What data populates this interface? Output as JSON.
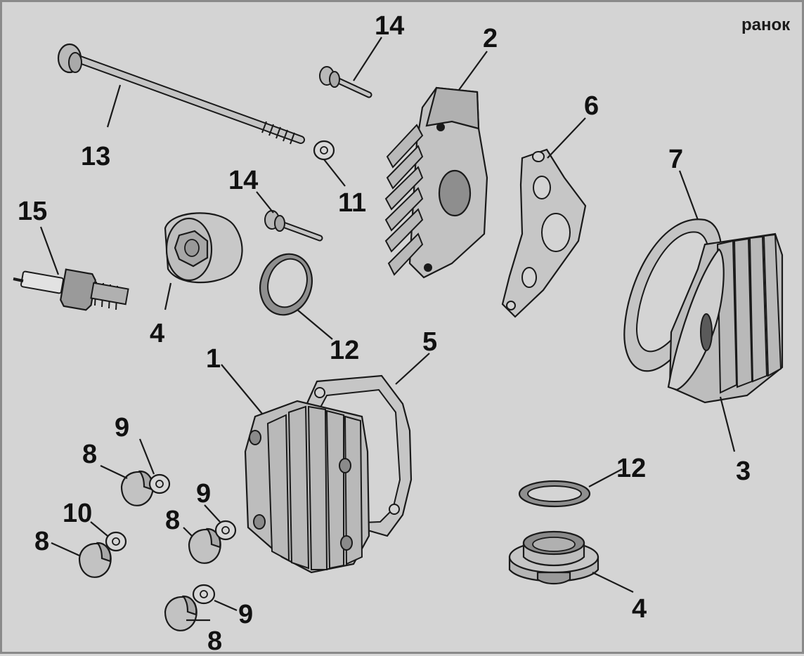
{
  "brand": {
    "logo_text": "ранок"
  },
  "callouts": [
    {
      "id": "c13",
      "text": "13"
    },
    {
      "id": "c14a",
      "text": "14"
    },
    {
      "id": "c2",
      "text": "2"
    },
    {
      "id": "c6",
      "text": "6"
    },
    {
      "id": "c7",
      "text": "7"
    },
    {
      "id": "c11",
      "text": "11"
    },
    {
      "id": "c14b",
      "text": "14"
    },
    {
      "id": "c15",
      "text": "15"
    },
    {
      "id": "c4a",
      "text": "4"
    },
    {
      "id": "c12a",
      "text": "12"
    },
    {
      "id": "c1",
      "text": "1"
    },
    {
      "id": "c5",
      "text": "5"
    },
    {
      "id": "c9a",
      "text": "9"
    },
    {
      "id": "c8a",
      "text": "8"
    },
    {
      "id": "c9b",
      "text": "9"
    },
    {
      "id": "c10",
      "text": "10"
    },
    {
      "id": "c8b",
      "text": "8"
    },
    {
      "id": "c8c",
      "text": "8"
    },
    {
      "id": "c12b",
      "text": "12"
    },
    {
      "id": "c3",
      "text": "3"
    },
    {
      "id": "c4b",
      "text": "4"
    },
    {
      "id": "c9c",
      "text": "9"
    },
    {
      "id": "c8d",
      "text": "8"
    }
  ],
  "colors": {
    "background": "#d4d4d4",
    "part_fill": "#b9b9b9",
    "part_light": "#cfcfcf",
    "ink": "#1a1a1a"
  }
}
